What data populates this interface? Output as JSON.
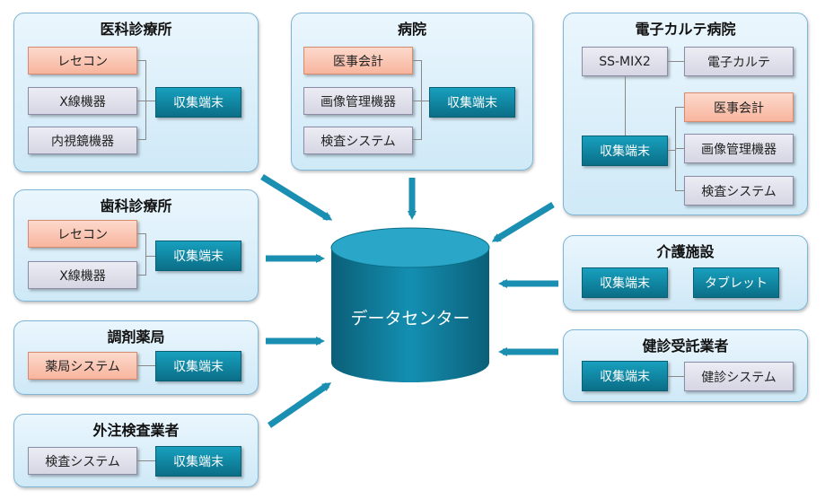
{
  "groups": {
    "clinic": {
      "title": "医科診療所",
      "items": [
        "レセコン",
        "X線機器",
        "内視鏡機器"
      ],
      "terminal": "収集端末"
    },
    "hospital": {
      "title": "病院",
      "items": [
        "医事会計",
        "画像管理機器",
        "検査システム"
      ],
      "terminal": "収集端末"
    },
    "ehr_hospital": {
      "title": "電子カルテ病院",
      "ssmix": "SS-MIX2",
      "ehr": "電子カルテ",
      "items": [
        "医事会計",
        "画像管理機器",
        "検査システム"
      ],
      "terminal": "収集端末"
    },
    "dental": {
      "title": "歯科診療所",
      "items": [
        "レセコン",
        "X線機器"
      ],
      "terminal": "収集端末"
    },
    "pharmacy": {
      "title": "調剤薬局",
      "items": [
        "薬局システム"
      ],
      "terminal": "収集端末"
    },
    "lab": {
      "title": "外注検査業者",
      "items": [
        "検査システム"
      ],
      "terminal": "収集端末"
    },
    "care": {
      "title": "介護施設",
      "terminal": "収集端末",
      "tablet": "タブレット"
    },
    "checkup": {
      "title": "健診受託業者",
      "terminal": "収集端末",
      "system": "健診システム"
    }
  },
  "datacenter": {
    "label": "データセンター"
  },
  "colors": {
    "arrow": "#1b8fb2",
    "terminal": "#0b6e87",
    "source": "#f8b59e",
    "device": "#d6d6e4",
    "panel": "#cfe9f7"
  }
}
